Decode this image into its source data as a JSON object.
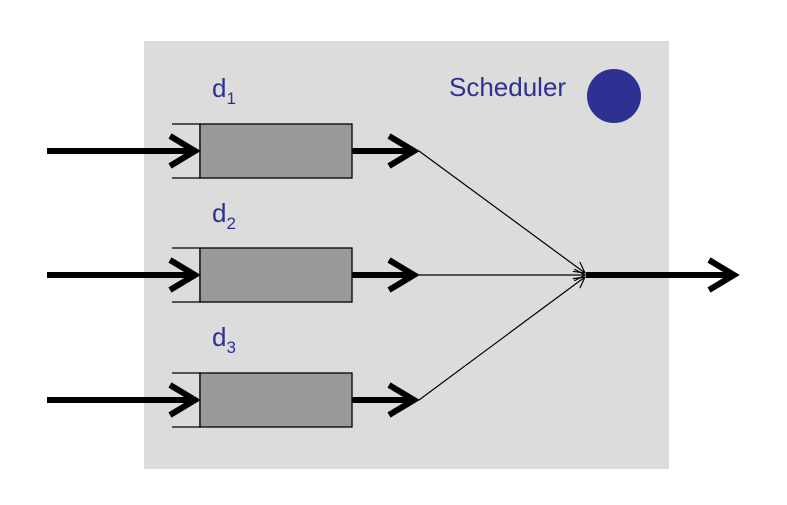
{
  "diagram": {
    "scheduler_label": "Scheduler",
    "queues": [
      {
        "label": "d",
        "subscript": "1"
      },
      {
        "label": "d",
        "subscript": "2"
      },
      {
        "label": "d",
        "subscript": "3"
      }
    ],
    "colors": {
      "background": "#dcdcdc",
      "queue_fill": "#999999",
      "label_text": "#2e3192",
      "scheduler_dot": "#2e3192",
      "arrows": "#000000"
    }
  }
}
